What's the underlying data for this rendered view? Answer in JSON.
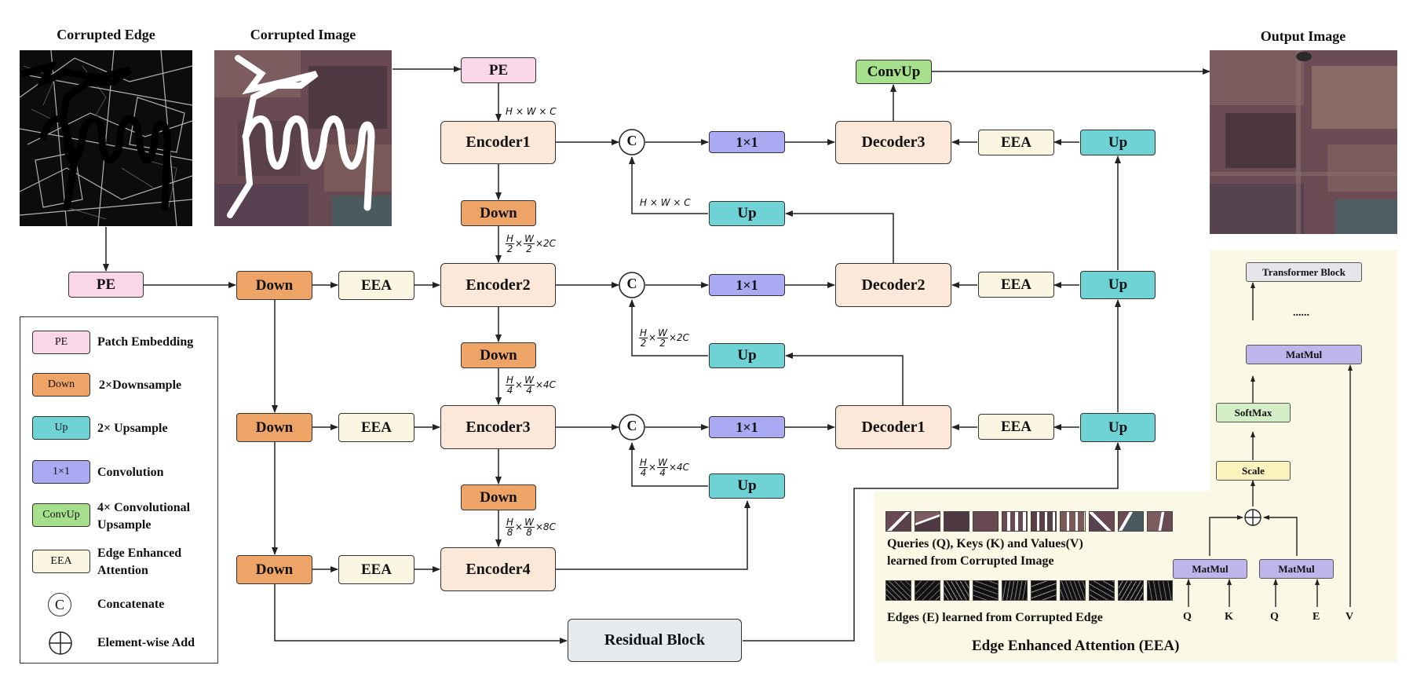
{
  "titles": {
    "corrupted_edge": "Corrupted Edge",
    "corrupted_image": "Corrupted Image",
    "output_image": "Output Image"
  },
  "blocks": {
    "pe": "PE",
    "down": "Down",
    "eea": "EEA",
    "encoder1": "Encoder1",
    "encoder2": "Encoder2",
    "encoder3": "Encoder3",
    "encoder4": "Encoder4",
    "conv": "1×1",
    "up": "Up",
    "decoder1": "Decoder1",
    "decoder2": "Decoder2",
    "decoder3": "Decoder3",
    "convup": "ConvUp",
    "residual": "Residual Block",
    "concat": "C"
  },
  "dims": {
    "hwc": "H × W × C",
    "c2": "2C",
    "c4": "4C",
    "c8": "8C",
    "h": "H",
    "w": "W",
    "d2": "2",
    "d4": "4",
    "d8": "8",
    "times": "×"
  },
  "legend": [
    {
      "swatch": "PE",
      "text": "Patch Embedding",
      "color": "#f9d7e9"
    },
    {
      "swatch": "Down",
      "text": "2×Downsample",
      "color": "#eea466"
    },
    {
      "swatch": "Up",
      "text": "2× Upsample",
      "color": "#6fd3d6"
    },
    {
      "swatch": "1×1",
      "text": "Convolution",
      "color": "#a9aaf2"
    },
    {
      "swatch": "ConvUp",
      "text": "4× Convolutional Upsample",
      "color": "#a6e08c"
    },
    {
      "swatch": "EEA",
      "text": "Edge Enhanced Attention",
      "color": "#fbf6e2"
    },
    {
      "swatch": "C",
      "text": "Concatenate"
    },
    {
      "swatch": "",
      "text": "Element-wise Add"
    }
  ],
  "eea_panel": {
    "title": "Edge Enhanced Attention (EEA)",
    "queries_text_1": "Queries (Q), Keys (K) and Values(V)",
    "queries_text_2": "learned from Corrupted Image",
    "edges_text": "Edges (E) learned from Corrupted Edge",
    "transformer": "Transformer Block",
    "dots": "......",
    "matmul": "MatMul",
    "softmax": "SoftMax",
    "scale": "Scale",
    "inputs": [
      "Q",
      "K",
      "Q",
      "E",
      "V"
    ]
  }
}
